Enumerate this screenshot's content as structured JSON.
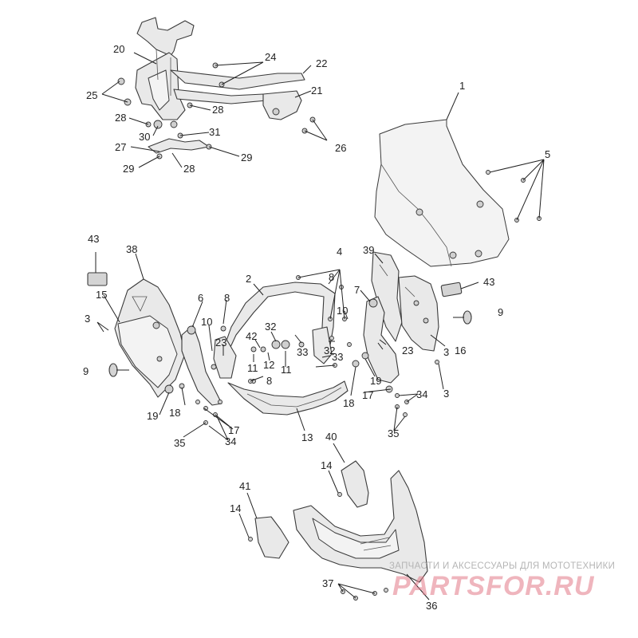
{
  "callouts": [
    "1",
    "2",
    "3",
    "3",
    "3",
    "4",
    "5",
    "6",
    "7",
    "8",
    "8",
    "8",
    "9",
    "9",
    "10",
    "10",
    "11",
    "11",
    "12",
    "13",
    "14",
    "14",
    "15",
    "16",
    "17",
    "17",
    "18",
    "18",
    "19",
    "19",
    "20",
    "21",
    "22",
    "23",
    "23",
    "24",
    "25",
    "26",
    "27",
    "28",
    "28",
    "28",
    "29",
    "29",
    "30",
    "31",
    "32",
    "32",
    "33",
    "33",
    "34",
    "34",
    "35",
    "35",
    "36",
    "37",
    "38",
    "39",
    "40",
    "41",
    "42",
    "43",
    "43"
  ],
  "watermark": {
    "text": "ЗАПЧАСТИ И АКСЕССУАРЫ ДЛЯ МОТОТЕХНИКИ",
    "logo": "PARTSFOR.RU"
  },
  "colors": {
    "line": "#3a3a3a",
    "fill": "#e9e9e9",
    "watermark_logo": "#e27887"
  }
}
